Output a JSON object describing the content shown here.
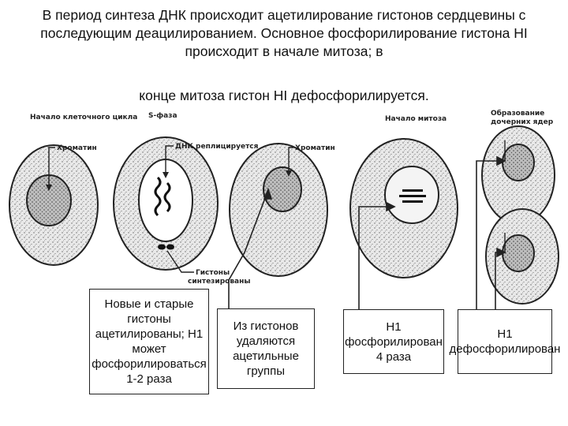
{
  "title_line1": "В период синтеза ДНК происходит ацетилирование гистонов сердцевины с последующим деацилированием. Основное фосфорилирование гистона HI происходит в начале митоза; в",
  "title_line2": "конце митоза гистон HI дефосфорилируется.",
  "labels": {
    "cycle_start": "Начало клеточного цикла",
    "s_phase": "S-фаза",
    "mitosis_start": "Начало митоза",
    "daughter_nuclei": "Образование дочерних ядер",
    "chromatin_1": "Хроматин",
    "dna_replicates": "ДНК реплицируется",
    "chromatin_2": "Хроматин",
    "histones_synth": "Гистоны синтезированы"
  },
  "boxes": {
    "box1": "Новые и старые гистоны ацетилированы; H1 может фосфорилироваться 1-2 раза",
    "box2": "Из гистонов удаляются ацетильные группы",
    "box3": "H1 фосфорилирован 4 раза",
    "box4": "H1 дефосфорилирован"
  }
}
